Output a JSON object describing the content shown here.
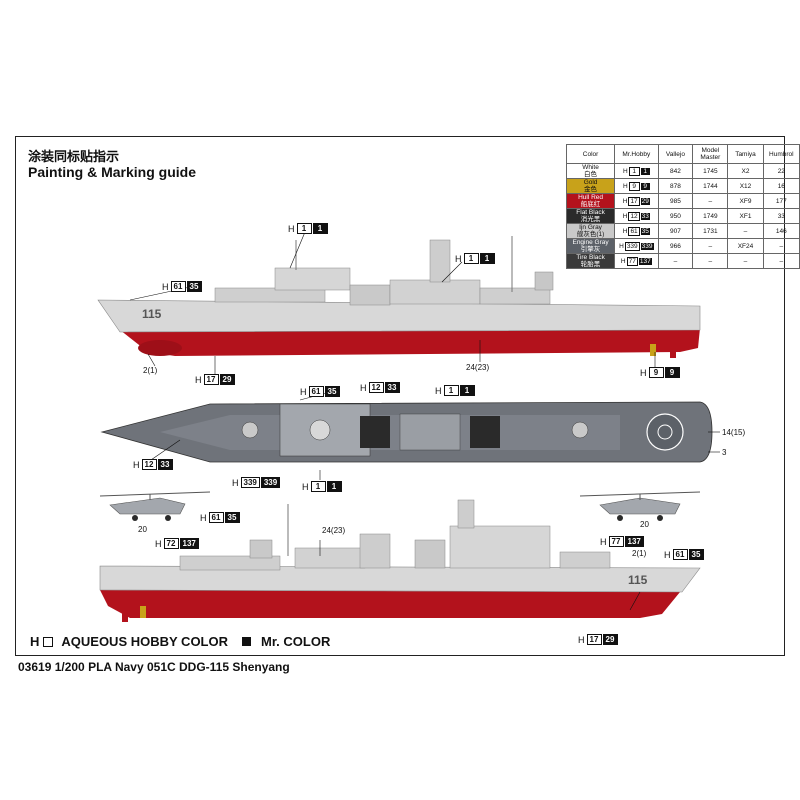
{
  "header": {
    "title_cn": "涂装同标贴指示",
    "title_en": "Painting & Marking guide"
  },
  "paint_table": {
    "columns": [
      "Color",
      "Mr.Hobby",
      "Vallejo",
      "Model Master",
      "Tamiya",
      "Humbrol"
    ],
    "rows": [
      {
        "name": "White",
        "cn": "白色",
        "h1": "1",
        "h2": "1",
        "vallejo": "842",
        "mm": "1745",
        "tamiya": "X2",
        "humbrol": "22",
        "swatch": "#ffffff"
      },
      {
        "name": "Gold",
        "cn": "金色",
        "h1": "9",
        "h2": "9",
        "vallejo": "878",
        "mm": "1744",
        "tamiya": "X12",
        "humbrol": "16",
        "swatch": "#c8a21a"
      },
      {
        "name": "Hull Red",
        "cn": "船底红",
        "h1": "17",
        "h2": "29",
        "vallejo": "985",
        "mm": "–",
        "tamiya": "XF9",
        "humbrol": "177",
        "swatch": "#b3121c"
      },
      {
        "name": "Flat Black",
        "cn": "消光黑",
        "h1": "12",
        "h2": "33",
        "vallejo": "950",
        "mm": "1749",
        "tamiya": "XF1",
        "humbrol": "33",
        "swatch": "#2a2a2a"
      },
      {
        "name": "Ijn Gray",
        "cn": "舰灰色(1)",
        "h1": "61",
        "h2": "35",
        "vallejo": "907",
        "mm": "1731",
        "tamiya": "–",
        "humbrol": "146",
        "swatch": "#c9c9c9"
      },
      {
        "name": "Engine Gray",
        "cn": "引擎灰",
        "h1": "339",
        "h2": "339",
        "vallejo": "966",
        "mm": "–",
        "tamiya": "XF24",
        "humbrol": "–",
        "swatch": "#5c6168"
      },
      {
        "name": "Tire Black",
        "cn": "轮胎黑",
        "h1": "77",
        "h2": "137",
        "vallejo": "–",
        "mm": "–",
        "tamiya": "–",
        "humbrol": "–",
        "swatch": "#3a3a3a"
      }
    ]
  },
  "callouts": {
    "c1": {
      "h": "H",
      "a": "1",
      "b": "1"
    },
    "c2": {
      "h": "H",
      "a": "61",
      "b": "35"
    },
    "c3": {
      "h": "H",
      "a": "1",
      "b": "1"
    },
    "c4_label": "2(1)",
    "c5": {
      "h": "H",
      "a": "17",
      "b": "29"
    },
    "c6_label": "24(23)",
    "c7": {
      "h": "H",
      "a": "9",
      "b": "9"
    },
    "c8": {
      "h": "H",
      "a": "61",
      "b": "35"
    },
    "c9": {
      "h": "H",
      "a": "12",
      "b": "33"
    },
    "c10": {
      "h": "H",
      "a": "1",
      "b": "1"
    },
    "c11_label": "14(15)",
    "c12_label": "3",
    "c13": {
      "h": "H",
      "a": "12",
      "b": "33"
    },
    "c14": {
      "h": "H",
      "a": "339",
      "b": "339"
    },
    "c15": {
      "h": "H",
      "a": "1",
      "b": "1"
    },
    "c16": {
      "h": "H",
      "a": "61",
      "b": "35"
    },
    "c17_label": "20",
    "c18": {
      "h": "H",
      "a": "72",
      "b": "137"
    },
    "c19_label": "24(23)",
    "c20_label": "20",
    "c21": {
      "h": "H",
      "a": "77",
      "b": "137"
    },
    "c22_label": "2(1)",
    "c23": {
      "h": "H",
      "a": "61",
      "b": "35"
    },
    "c24": {
      "h": "H",
      "a": "17",
      "b": "29"
    }
  },
  "hull_number": "115",
  "legend": {
    "aqueous": "AQUEOUS HOBBY COLOR",
    "aqueous_prefix": "H",
    "mr": "Mr. COLOR"
  },
  "footer": "03619 1/200 PLA Navy 051C DDG-115 Shenyang",
  "colors": {
    "hull_red": "#b3121c",
    "ship_gray": "#d4d4d4",
    "deck_gray": "#6f737a",
    "gold": "#c8a21a"
  }
}
